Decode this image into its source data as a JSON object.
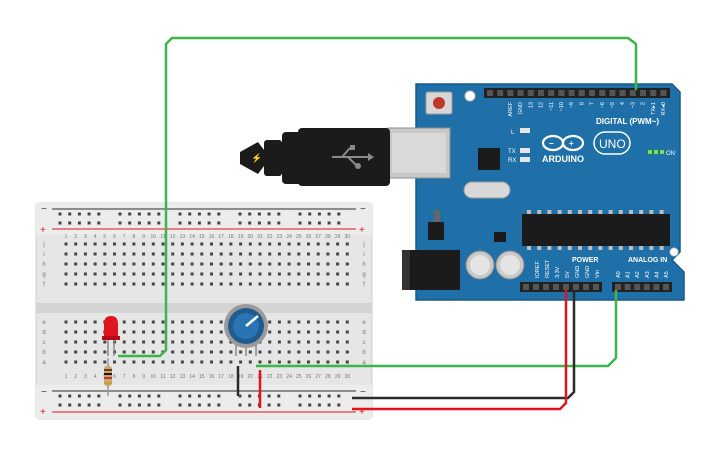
{
  "arduino": {
    "brand": "ARDUINO",
    "model": "UNO",
    "digital_header_label": "DIGITAL (PWM~)",
    "analog_header_label": "ANALOG IN",
    "power_header_label": "POWER",
    "on_label": "ON",
    "led_labels": [
      "L",
      "TX",
      "RX"
    ],
    "digital_top_pins": [
      "AREF",
      "GND",
      "13",
      "12",
      "~11",
      "~10",
      "~9",
      "8",
      "7",
      "~6",
      "~5",
      "4",
      "~3",
      "2",
      "TX▸1",
      "RX◂0"
    ],
    "power_pins": [
      "IOREF",
      "RESET",
      "3.3V",
      "5V",
      "GND",
      "GND",
      "Vin"
    ],
    "analog_pins": [
      "A0",
      "A1",
      "A2",
      "A3",
      "A4",
      "A5"
    ],
    "board_color": "#1f70a8",
    "led_on_color": "#7dde3c"
  },
  "breadboard": {
    "column_numbers": [
      "1",
      "2",
      "3",
      "4",
      "5",
      "6",
      "7",
      "8",
      "9",
      "10",
      "11",
      "12",
      "13",
      "14",
      "15",
      "16",
      "17",
      "18",
      "19",
      "20",
      "21",
      "22",
      "23",
      "24",
      "25",
      "26",
      "27",
      "28",
      "29",
      "30"
    ],
    "rows_top": [
      "j",
      "i",
      "h",
      "g",
      "f"
    ],
    "rows_bottom": [
      "e",
      "d",
      "c",
      "b",
      "a"
    ],
    "rail_minus": "−",
    "rail_plus": "+"
  },
  "wires": {
    "green_color": "#3db549",
    "red_color": "#e0141e",
    "black_color": "#2b2b2b"
  },
  "usb_cable": {
    "icon": "usb-icon"
  },
  "components": {
    "led_color": "#e0141e",
    "potentiometer_color": "#1e5b8f",
    "resistor_color": "#c9a676"
  }
}
